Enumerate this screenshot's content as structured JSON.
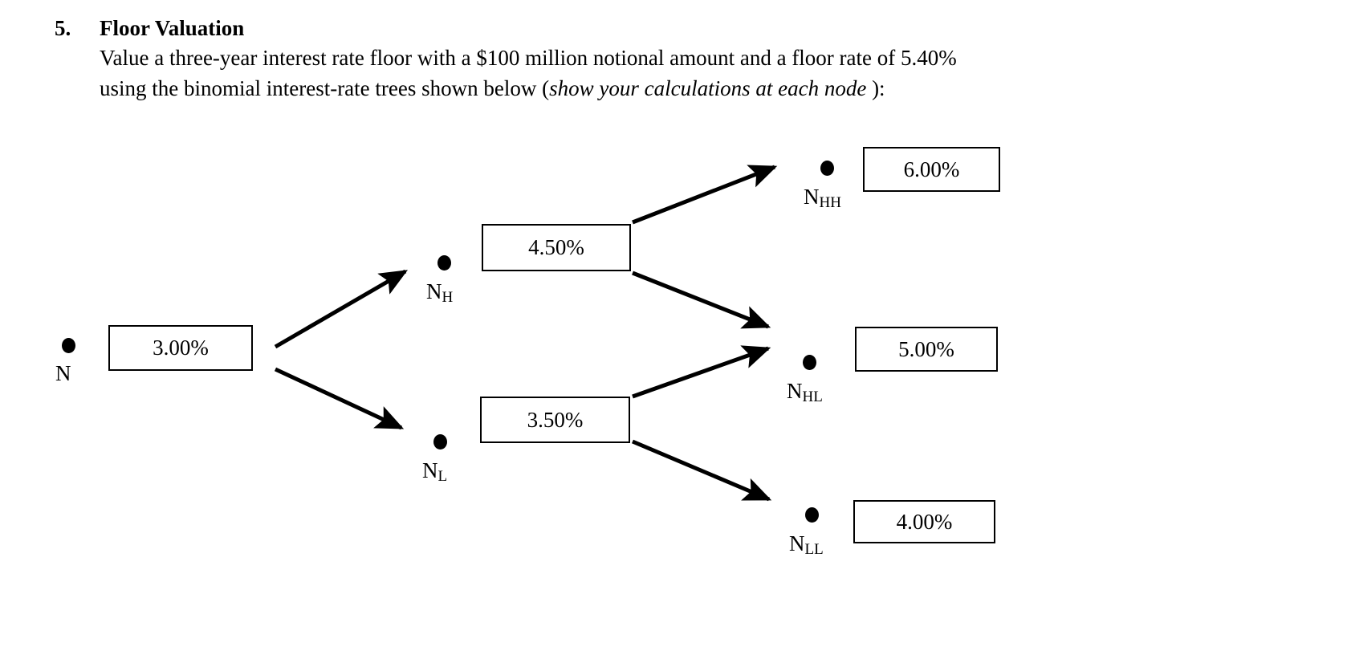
{
  "question": {
    "number": "5.",
    "title": "Floor Valuation",
    "line1_parts": [
      "Value",
      "a",
      "three-year",
      "interest",
      "rate",
      "floor",
      "with",
      "a",
      "$100",
      "million",
      "notional",
      "amount",
      "and",
      "a",
      "floor",
      "rate",
      "of",
      "5.40%"
    ],
    "line2_plain_before": "using the binomial interest-rate trees shown below (",
    "line2_italic": "show your calculations at each node",
    "line2_plain_after": " ):"
  },
  "chart_data": {
    "type": "diagram",
    "subtype": "binomial-interest-rate-tree",
    "title": "Binomial interest-rate tree",
    "notional": "$100 million",
    "floor_rate": "5.40%",
    "years": 3,
    "nodes": [
      {
        "id": "N",
        "label": "N",
        "sub": "",
        "rate": "3.00%",
        "level": 0
      },
      {
        "id": "NH",
        "label": "N",
        "sub": "H",
        "rate": "4.50%",
        "level": 1
      },
      {
        "id": "NL",
        "label": "N",
        "sub": "L",
        "rate": "3.50%",
        "level": 1
      },
      {
        "id": "NHH",
        "label": "N",
        "sub": "HH",
        "rate": "6.00%",
        "level": 2
      },
      {
        "id": "NHL",
        "label": "N",
        "sub": "HL",
        "rate": "5.00%",
        "level": 2
      },
      {
        "id": "NLL",
        "label": "N",
        "sub": "LL",
        "rate": "4.00%",
        "level": 2
      }
    ],
    "edges": [
      {
        "from": "N",
        "to": "NH"
      },
      {
        "from": "N",
        "to": "NL"
      },
      {
        "from": "NH",
        "to": "NHH"
      },
      {
        "from": "NH",
        "to": "NHL"
      },
      {
        "from": "NL",
        "to": "NHL"
      },
      {
        "from": "NL",
        "to": "NLL"
      }
    ],
    "colors": {
      "line": "#000000",
      "box_border": "#000000",
      "background": "#ffffff"
    }
  },
  "tree": {
    "root": {
      "label": "N",
      "sub": "",
      "rate": "3.00%"
    },
    "up": {
      "label": "N",
      "sub": "H",
      "rate": "4.50%"
    },
    "down": {
      "label": "N",
      "sub": "L",
      "rate": "3.50%"
    },
    "upup": {
      "label": "N",
      "sub": "HH",
      "rate": "6.00%"
    },
    "updown": {
      "label": "N",
      "sub": "HL",
      "rate": "5.00%"
    },
    "downdown": {
      "label": "N",
      "sub": "LL",
      "rate": "4.00%"
    }
  }
}
